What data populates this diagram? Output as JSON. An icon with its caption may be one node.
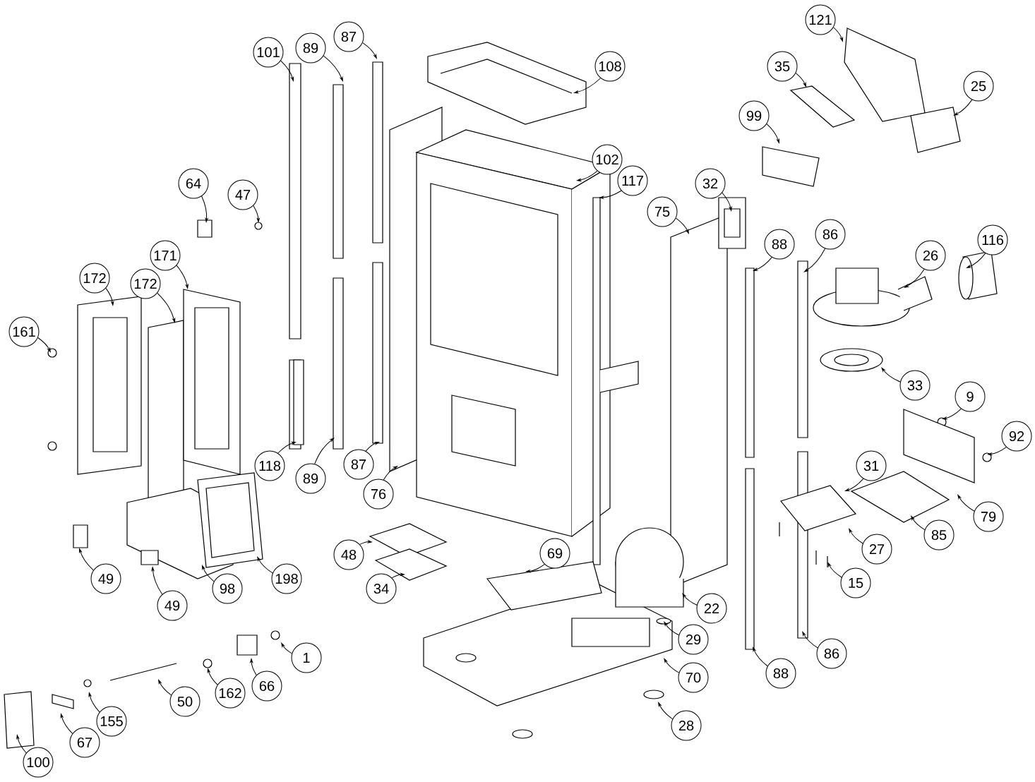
{
  "diagram": {
    "nodes": [
      {
        "text": [
          "121"
        ]
      },
      {
        "text": [
          "108"
        ]
      },
      {
        "text": [
          "87"
        ]
      },
      {
        "text": [
          "89"
        ]
      },
      {
        "text": [
          "101"
        ]
      },
      {
        "text": [
          "35"
        ]
      },
      {
        "text": [
          "25"
        ]
      },
      {
        "text": [
          "99"
        ]
      },
      {
        "text": [
          "102"
        ]
      },
      {
        "text": [
          "117"
        ]
      },
      {
        "text": [
          "64"
        ]
      },
      {
        "text": [
          "47"
        ]
      },
      {
        "text": [
          "32"
        ]
      },
      {
        "text": [
          "75"
        ]
      },
      {
        "text": [
          "86"
        ]
      },
      {
        "text": [
          "88"
        ]
      },
      {
        "text": [
          "171"
        ]
      },
      {
        "text": [
          "116"
        ]
      },
      {
        "text": [
          "172"
        ]
      },
      {
        "text": [
          "172"
        ]
      },
      {
        "text": [
          "26"
        ]
      },
      {
        "text": [
          "161"
        ]
      },
      {
        "text": [
          "33"
        ]
      },
      {
        "text": [
          "9"
        ]
      },
      {
        "text": [
          "92"
        ]
      },
      {
        "text": [
          "118"
        ]
      },
      {
        "text": [
          "89"
        ]
      },
      {
        "text": [
          "87"
        ]
      },
      {
        "text": [
          "76"
        ]
      },
      {
        "text": [
          "31"
        ]
      },
      {
        "text": [
          "79"
        ]
      },
      {
        "text": [
          "85"
        ]
      },
      {
        "text": [
          "48"
        ]
      },
      {
        "text": [
          "69"
        ]
      },
      {
        "text": [
          "27"
        ]
      },
      {
        "text": [
          "15"
        ]
      },
      {
        "text": [
          "49"
        ]
      },
      {
        "text": [
          "34"
        ]
      },
      {
        "text": [
          "98"
        ]
      },
      {
        "text": [
          "198"
        ]
      },
      {
        "text": [
          "49"
        ]
      },
      {
        "text": [
          "22"
        ]
      },
      {
        "text": [
          "29"
        ]
      },
      {
        "text": [
          "1"
        ]
      },
      {
        "text": [
          "70"
        ]
      },
      {
        "text": [
          "88"
        ]
      },
      {
        "text": [
          "86"
        ]
      },
      {
        "text": [
          "50"
        ]
      },
      {
        "text": [
          "162"
        ]
      },
      {
        "text": [
          "66"
        ]
      },
      {
        "text": [
          "28"
        ]
      },
      {
        "text": [
          "155"
        ]
      },
      {
        "text": [
          "67"
        ]
      },
      {
        "text": [
          "100"
        ]
      }
    ],
    "edges": [
      {
        "from": 0,
        "to": null,
        "arrow": "to"
      },
      {
        "from": 1,
        "to": null,
        "arrow": "to"
      },
      {
        "from": 2,
        "to": null,
        "arrow": "to"
      },
      {
        "from": 3,
        "to": null,
        "arrow": "to"
      },
      {
        "from": 4,
        "to": null,
        "arrow": "to"
      },
      {
        "from": 5,
        "to": null,
        "arrow": "to"
      },
      {
        "from": 6,
        "to": null,
        "arrow": "to"
      },
      {
        "from": 7,
        "to": null,
        "arrow": "to"
      },
      {
        "from": 8,
        "to": null,
        "arrow": "to"
      },
      {
        "from": 9,
        "to": null,
        "arrow": "to"
      },
      {
        "from": 10,
        "to": null,
        "arrow": "to"
      },
      {
        "from": 11,
        "to": null,
        "arrow": "to"
      },
      {
        "from": 12,
        "to": null,
        "arrow": "to"
      },
      {
        "from": 13,
        "to": null,
        "arrow": "to"
      },
      {
        "from": 14,
        "to": null,
        "arrow": "to"
      },
      {
        "from": 15,
        "to": null,
        "arrow": "to"
      },
      {
        "from": 16,
        "to": null,
        "arrow": "to"
      },
      {
        "from": 17,
        "to": null,
        "arrow": "to"
      },
      {
        "from": 18,
        "to": null,
        "arrow": "to"
      },
      {
        "from": 19,
        "to": null,
        "arrow": "to"
      },
      {
        "from": 20,
        "to": null,
        "arrow": "to"
      },
      {
        "from": 21,
        "to": null,
        "arrow": "to"
      },
      {
        "from": 22,
        "to": null,
        "arrow": "to"
      },
      {
        "from": 23,
        "to": null,
        "arrow": "to"
      },
      {
        "from": 24,
        "to": null,
        "arrow": "to"
      },
      {
        "from": 25,
        "to": null,
        "arrow": "to"
      },
      {
        "from": 26,
        "to": null,
        "arrow": "to"
      },
      {
        "from": 27,
        "to": null,
        "arrow": "to"
      },
      {
        "from": 28,
        "to": null,
        "arrow": "to"
      },
      {
        "from": 29,
        "to": null,
        "arrow": "to"
      },
      {
        "from": 30,
        "to": null,
        "arrow": "to"
      },
      {
        "from": 31,
        "to": null,
        "arrow": "to"
      },
      {
        "from": 32,
        "to": null,
        "arrow": "to"
      },
      {
        "from": 33,
        "to": null,
        "arrow": "to"
      },
      {
        "from": 34,
        "to": null,
        "arrow": "to"
      },
      {
        "from": 35,
        "to": null,
        "arrow": "to"
      },
      {
        "from": 36,
        "to": null,
        "arrow": "to"
      },
      {
        "from": 37,
        "to": null,
        "arrow": "to"
      },
      {
        "from": 38,
        "to": null,
        "arrow": "to"
      },
      {
        "from": 39,
        "to": null,
        "arrow": "to"
      },
      {
        "from": 40,
        "to": null,
        "arrow": "to"
      },
      {
        "from": 41,
        "to": null,
        "arrow": "to"
      },
      {
        "from": 42,
        "to": null,
        "arrow": "to"
      },
      {
        "from": 43,
        "to": null,
        "arrow": "to"
      },
      {
        "from": 44,
        "to": null,
        "arrow": "to"
      },
      {
        "from": 45,
        "to": null,
        "arrow": "to"
      },
      {
        "from": 46,
        "to": null,
        "arrow": "to"
      },
      {
        "from": 47,
        "to": null,
        "arrow": "to"
      },
      {
        "from": 48,
        "to": null,
        "arrow": "to"
      },
      {
        "from": 49,
        "to": null,
        "arrow": "to"
      },
      {
        "from": 50,
        "to": null,
        "arrow": "to"
      },
      {
        "from": 51,
        "to": null,
        "arrow": "to"
      },
      {
        "from": 52,
        "to": null,
        "arrow": "to"
      },
      {
        "from": 53,
        "to": null,
        "arrow": "to"
      }
    ]
  }
}
